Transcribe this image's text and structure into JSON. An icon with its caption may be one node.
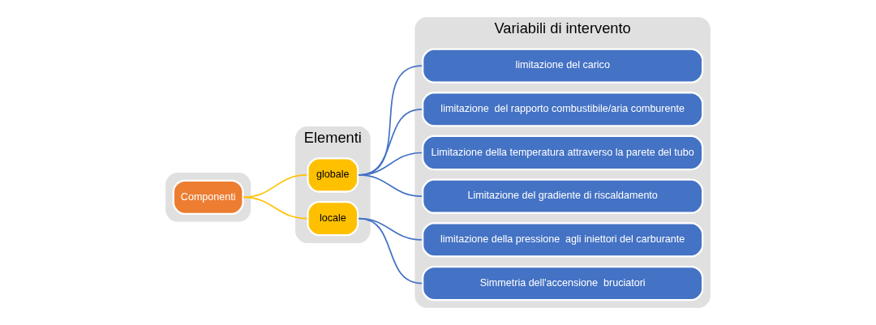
{
  "diagram": {
    "nodes": [
      {
        "text": [],
        "shape": "box"
      },
      {
        "text": [
          "Elementi"
        ]
      },
      {
        "text": [
          "Variabili di intervento"
        ]
      },
      {
        "text": [
          "Componenti"
        ],
        "in": 0
      },
      {
        "text": [
          "globale"
        ],
        "in": 1
      },
      {
        "text": [
          "locale"
        ],
        "in": 1
      },
      {
        "text": [
          "limitazione del carico"
        ],
        "in": 2
      },
      {
        "text": [
          "limitazione  del rapporto combustibile/aria comburente"
        ],
        "in": 2
      },
      {
        "text": [
          "Limitazione della temperatura attraverso la parete del tubo"
        ],
        "in": 2
      },
      {
        "text": [
          "Limitazione del gradiente di riscaldamento"
        ],
        "in": 2
      },
      {
        "text": [
          "limitazione della pressione  agli iniettori del carburante"
        ],
        "in": 2
      },
      {
        "text": [
          "Simmetria dell'accensione  bruciatori"
        ],
        "in": 2
      }
    ],
    "edges": [
      {
        "from": 3,
        "to": 4,
        "arrow": "none",
        "color": "#ffc000"
      },
      {
        "from": 3,
        "to": 5,
        "arrow": "none",
        "color": "#ffc000"
      },
      {
        "from": 4,
        "to": 6,
        "arrow": "none"
      },
      {
        "from": 4,
        "to": 7,
        "arrow": "none"
      },
      {
        "from": 4,
        "to": 8,
        "arrow": "none"
      },
      {
        "from": 4,
        "to": 9,
        "arrow": "none"
      },
      {
        "from": 5,
        "to": 10,
        "arrow": "none"
      },
      {
        "from": 5,
        "to": 11,
        "arrow": "none"
      }
    ]
  }
}
